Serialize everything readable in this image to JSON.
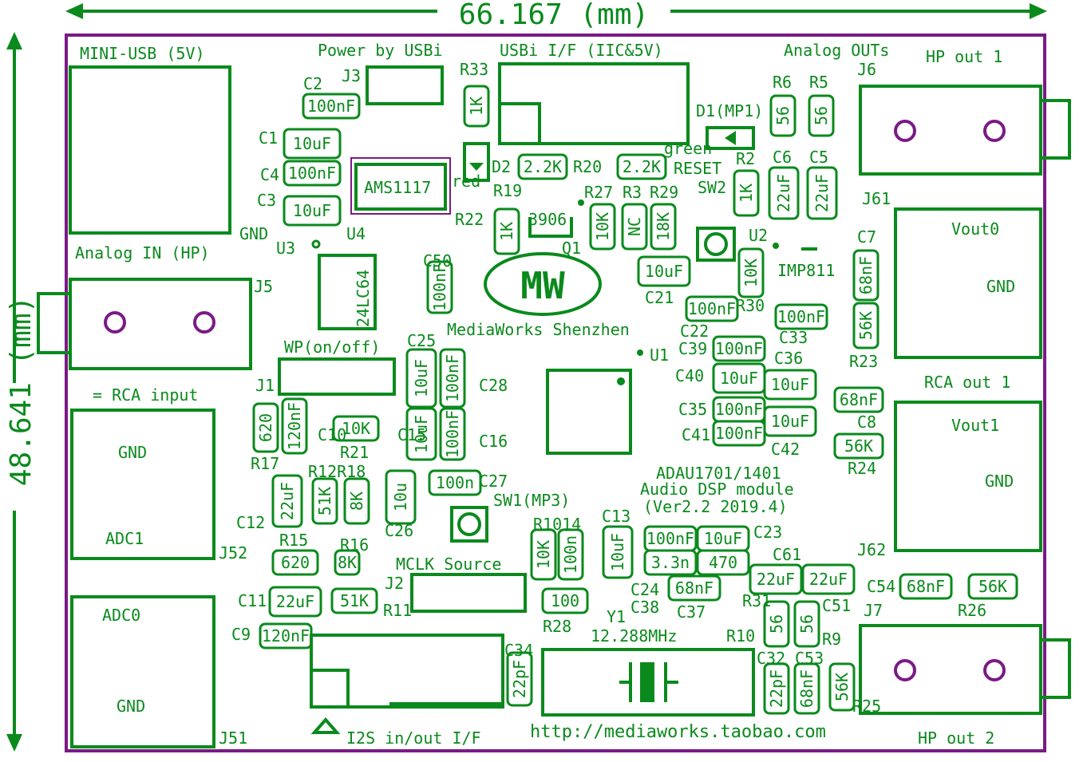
{
  "dimensions": {
    "width": "66.167 (mm)",
    "height": "48.641 (mm)"
  },
  "colors": {
    "silkscreen": "#0a8a1c",
    "outline": "#7a1a86",
    "background": "#ffffff"
  },
  "headers": {
    "mini_usb": "MINI-USB (5V)",
    "power_by": "Power by USBi",
    "usbi_if": "USBi I/F (IIC&5V)",
    "analog_outs": "Analog OUTs",
    "hp_out1": "HP out 1",
    "analog_in": "Analog IN (HP)",
    "rca_input": "= RCA input",
    "rca_out1": "RCA out 1",
    "wp": "WP(on/off)",
    "mclk": "MCLK Source",
    "i2s": "I2S in/out I/F",
    "hp_out2": "HP out 2",
    "url": "http://mediaworks.taobao.com",
    "brand": "MediaWorks Shenzhen",
    "logo": "MW",
    "module_name": "ADAU1701/1401",
    "module_desc": "Audio DSP module",
    "module_ver": "(Ver2.2 2019.4)",
    "crystal": "12.288MHz",
    "reset": "RESET",
    "green": "green",
    "red": "red",
    "gnd_usb": "GND"
  },
  "refs": {
    "J3": "J3",
    "R33": "R33",
    "J6": "J6",
    "R6": "R6",
    "R5": "R5",
    "C2": "C2",
    "D1": "D1(MP1)",
    "C1": "C1",
    "C4": "C4",
    "C3": "C3",
    "D2": "D2",
    "R20": "R20",
    "R2": "R2",
    "C6": "C6",
    "C5": "C5",
    "SW2": "SW2",
    "R19": "R19",
    "R27": "R27",
    "R3": "R3",
    "R29": "R29",
    "J61": "J61",
    "R22": "R22",
    "S9": "3906",
    "Q1": "Q1",
    "U3": "U3",
    "U4": "U4",
    "U2": "U2",
    "C7": "C7",
    "C50": "C50",
    "J5": "J5",
    "IMP": "IMP811",
    "C21": "C21",
    "R30": "R30",
    "C22": "C22",
    "C33": "C33",
    "C25": "C25",
    "C39": "C39",
    "C36": "C36",
    "U1": "U1",
    "R23": "R23",
    "J1": "J1",
    "C28": "C28",
    "C40": "C40",
    "C10": "C10",
    "C15": "C15",
    "C16": "C16",
    "C35": "C35",
    "C8": "C8",
    "C41": "C41",
    "C42": "C42",
    "R17": "R17",
    "R21": "R21",
    "R24": "R24",
    "R12": "R12R18",
    "C27": "C27",
    "SW1": "SW1(MP3)",
    "R1014": "R1014",
    "C13": "C13",
    "C12": "C12",
    "C26": "C26",
    "C23": "C23",
    "R15": "R15",
    "R16": "R16",
    "C61": "C61",
    "J52": "J52",
    "J62": "J62",
    "J2": "J2",
    "C24": "C24",
    "C38": "C38",
    "C37": "C37",
    "R31": "R31",
    "C54": "C54",
    "C11": "C11",
    "R11": "R11",
    "R28": "R28",
    "Y1": "Y1",
    "C51": "C51",
    "J7": "J7",
    "R26": "R26",
    "C9": "C9",
    "R10": "R10",
    "R9": "R9",
    "C34": "C34",
    "C32": "C32",
    "C53": "C53",
    "R25": "R25",
    "J51": "J51"
  },
  "values": {
    "v100nF": "100nF",
    "v10uF": "10uF",
    "v1K": "1K",
    "v56": "56",
    "v22K": "2.2K",
    "v22uF": "22uF",
    "v10K": "10K",
    "vNC": "NC",
    "v18K": "18K",
    "v68nF": "68nF",
    "v56K": "56K",
    "v100n": "100n",
    "v10u": "10u",
    "v620": "620",
    "v120nF": "120nF",
    "v51K": "51K",
    "v8K": "8K",
    "v100": "100",
    "v33n": "3.3n",
    "v470": "470",
    "v22pF": "22pF",
    "vAMS": "AMS1117",
    "v24LC64": "24LC64",
    "vVout0": "Vout0",
    "vVout1": "Vout1",
    "vGND": "GND",
    "vADC1": "ADC1",
    "vADC0": "ADC0"
  }
}
